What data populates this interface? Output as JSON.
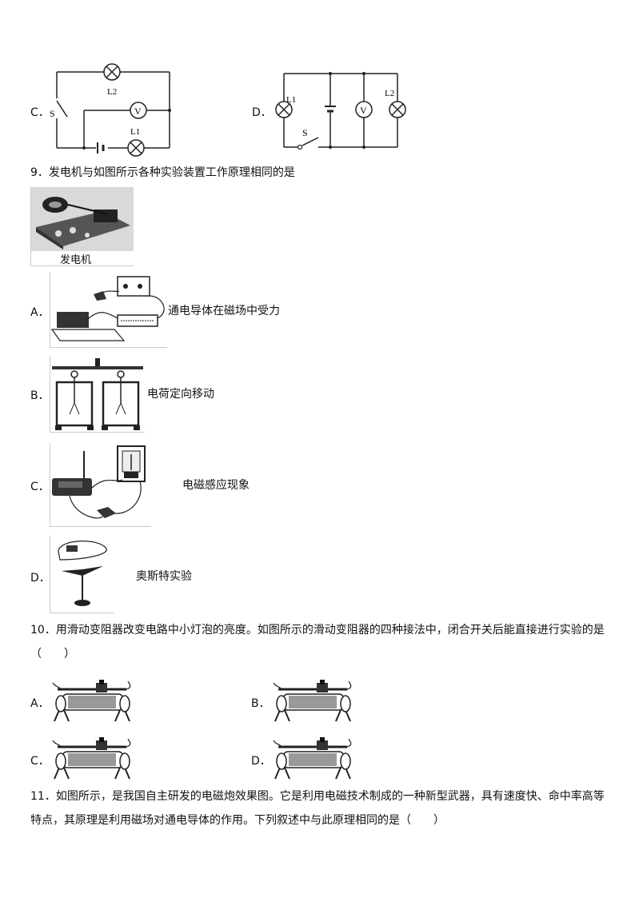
{
  "q8": {
    "option_c": "C．",
    "option_d": "D．",
    "c_labels": {
      "l2": "L2",
      "v": "V",
      "l1": "L1",
      "s": "S"
    },
    "d_labels": {
      "l1": "L1",
      "s": "S",
      "v": "V",
      "l2": "L2"
    }
  },
  "q9": {
    "stem": "9．发电机与如图所示各种实验装置工作原理相同的是",
    "generator_caption": "发电机",
    "options": [
      {
        "label": "A．",
        "text": "通电导体在磁场中受力"
      },
      {
        "label": "B．",
        "text": "电荷定向移动"
      },
      {
        "label": "C．",
        "text": "电磁感应现象"
      },
      {
        "label": "D．",
        "text": "奥斯特实验"
      }
    ]
  },
  "q10": {
    "stem_line1": "10．用滑动变阻器改变电路中小灯泡的亮度。如图所示的滑动变阻器的四种接法中，闭合开关后能直接进行实验的是",
    "stem_line2": "（　　）",
    "options": [
      "A．",
      "B．",
      "C．",
      "D．"
    ]
  },
  "q11": {
    "stem_line1": "11．如图所示，是我国自主研发的电磁炮效果图。它是利用电磁技术制成的一种新型武器，具有速度快、命中率高等",
    "stem_line2": "特点，其原理是利用磁场对通电导体的作用。下列叙述中与此原理相同的是（　　）"
  }
}
